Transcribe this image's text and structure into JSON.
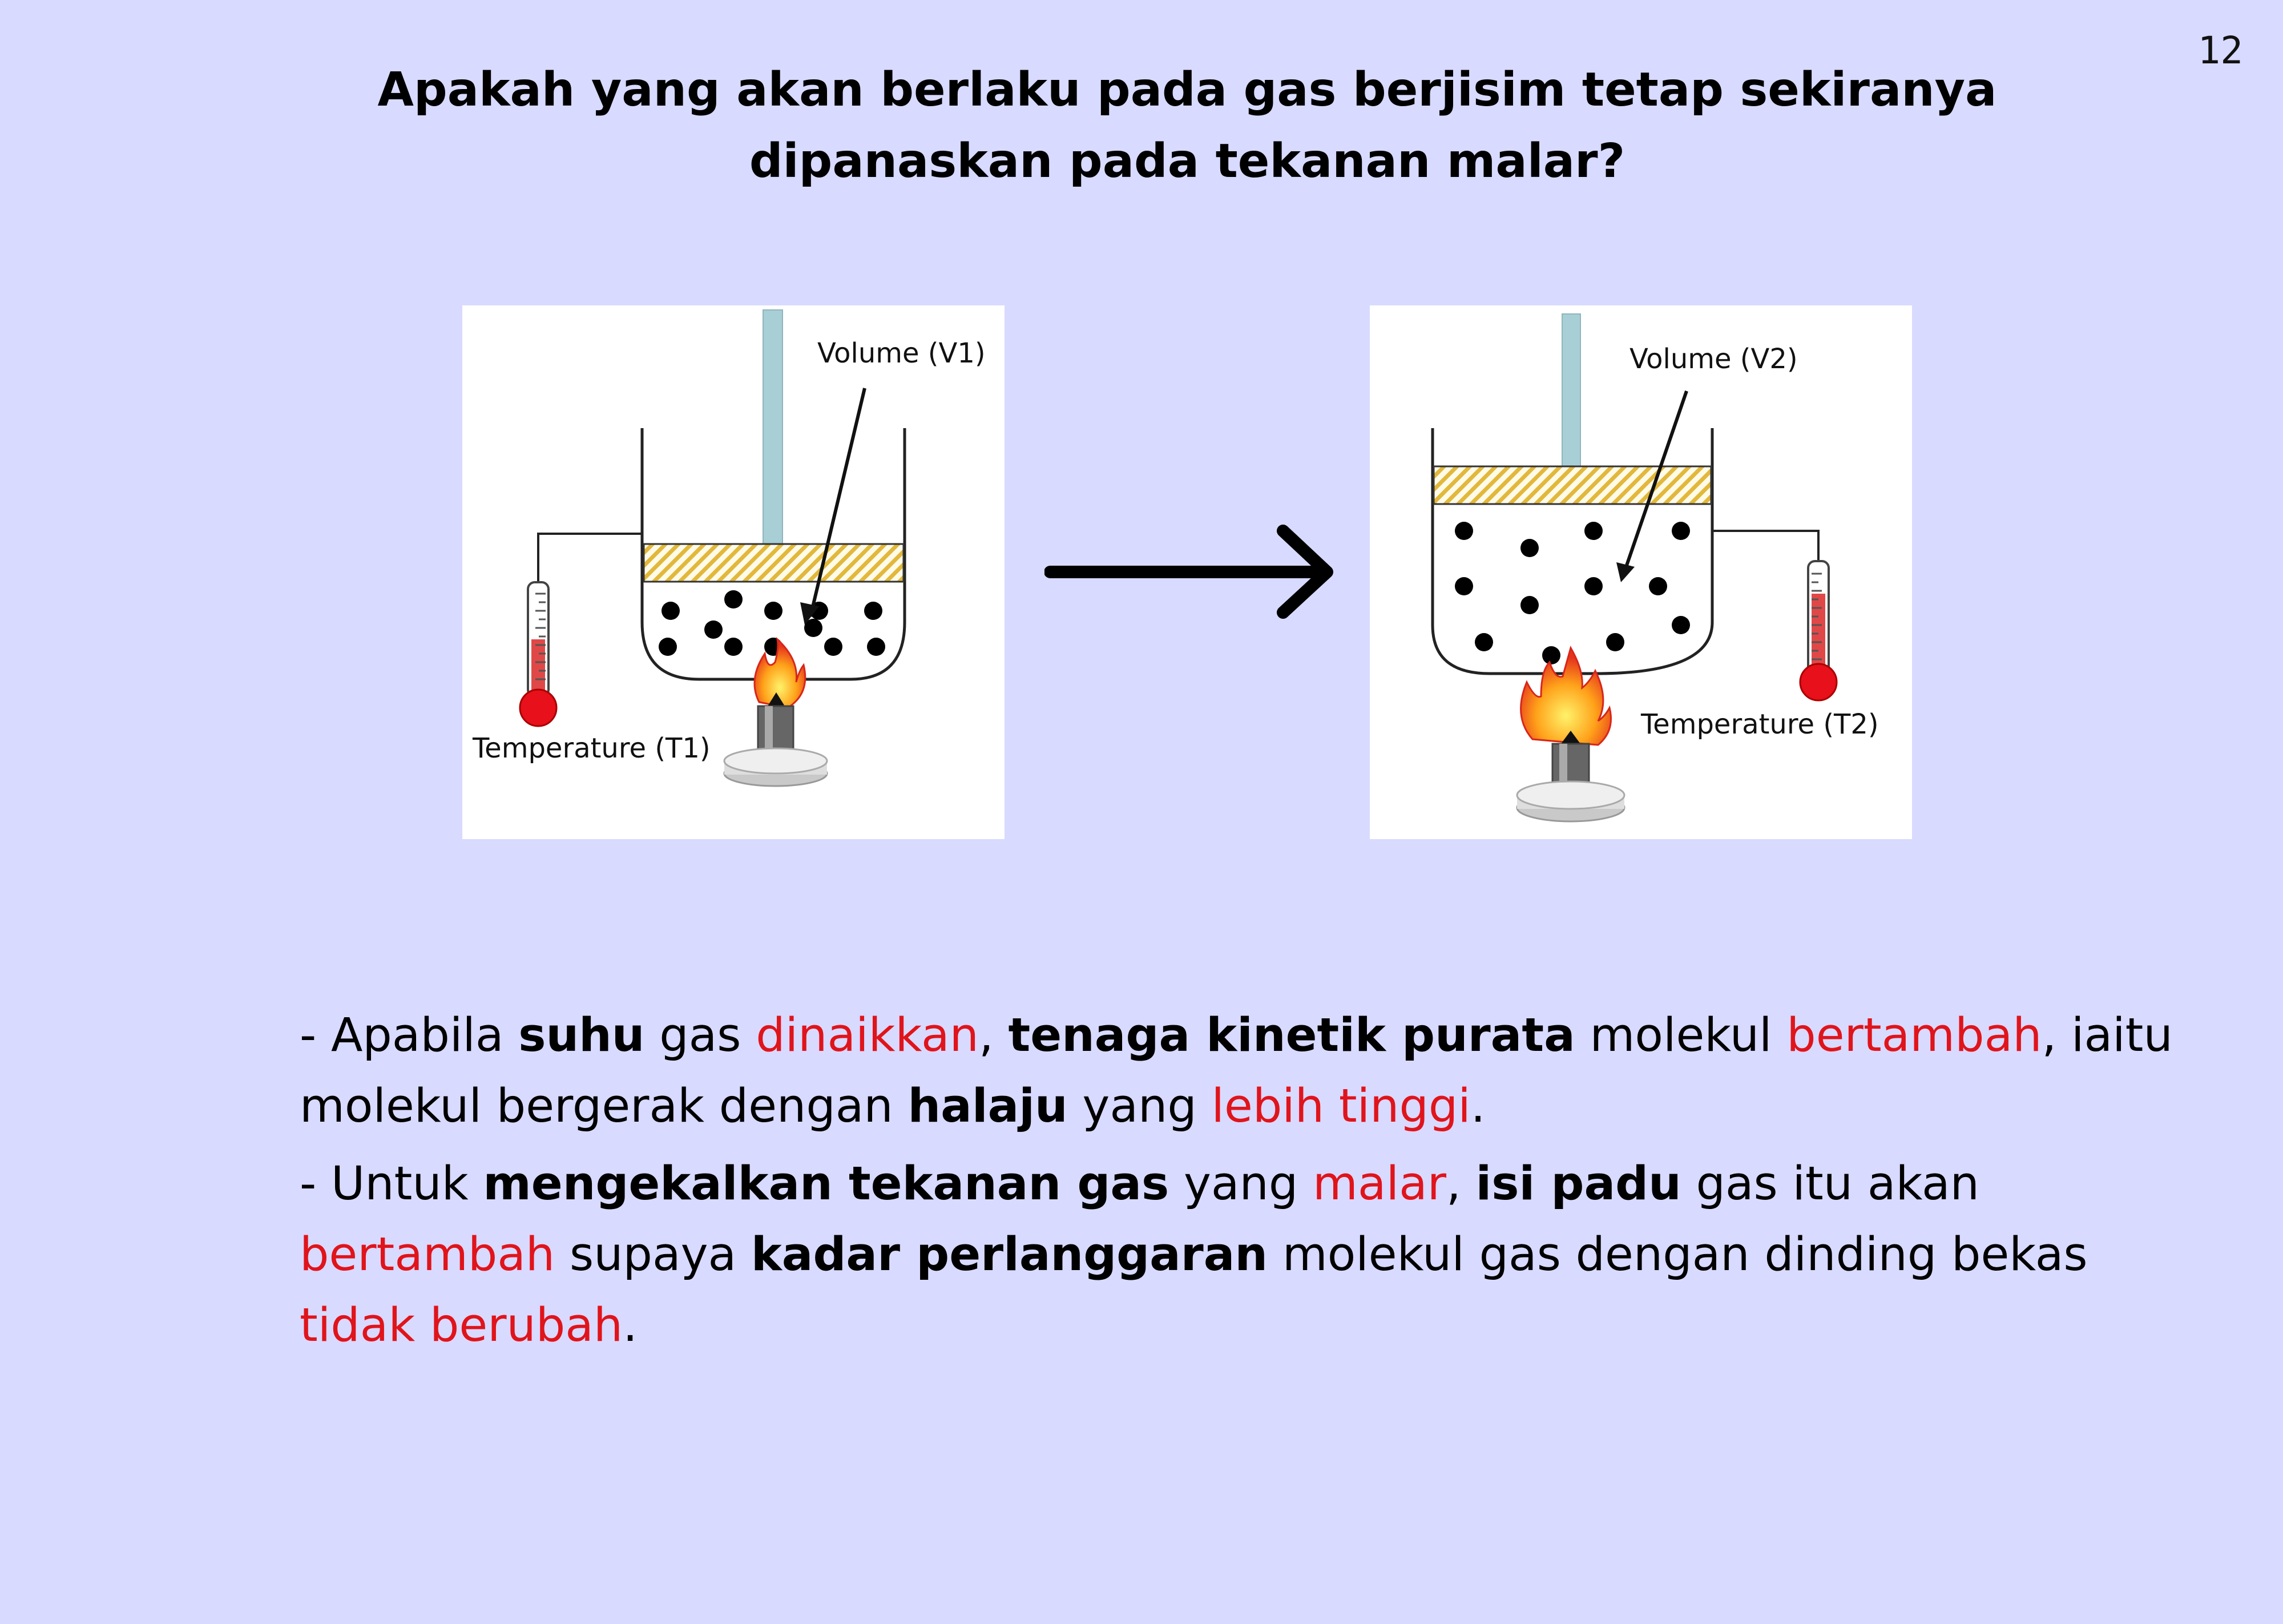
{
  "page_number": "12",
  "title": {
    "line1": "Apakah yang akan berlaku pada gas berjisim tetap sekiranya",
    "line2": "dipanaskan pada tekanan malar?"
  },
  "diagram_before": {
    "volume_label": "Volume (V1)",
    "temperature_label": "Temperature (T1)"
  },
  "diagram_after": {
    "volume_label": "Volume (V2)",
    "temperature_label": "Temperature (T2)"
  },
  "paragraph1": {
    "dash": "- Apabila ",
    "w1": "suhu",
    "t1": " gas ",
    "w2": "dinaikkan",
    "t2": ", ",
    "w3": "tenaga kinetik purata",
    "t3": " molekul ",
    "w4": "bertambah",
    "t4": ", iaitu molekul bergerak dengan ",
    "w5": "halaju",
    "t5": " yang ",
    "w6": "lebih tinggi",
    "t6": "."
  },
  "paragraph2": {
    "dash": "- Untuk ",
    "w1": "mengekalkan tekanan gas",
    "t1": " yang ",
    "w2": "malar",
    "t2": ", ",
    "w3": "isi padu",
    "t3": " gas itu akan ",
    "w4": "bertambah",
    "t4": " supaya ",
    "w5": "kadar perlanggaran",
    "t5": " molekul gas dengan dinding bekas ",
    "w6": "tidak berubah",
    "t6": "."
  },
  "colors": {
    "background": "#d8daff",
    "highlight": "#e0141b",
    "piston_hatch": "#e2b83c",
    "thermometer_liquid": "#e04848"
  }
}
